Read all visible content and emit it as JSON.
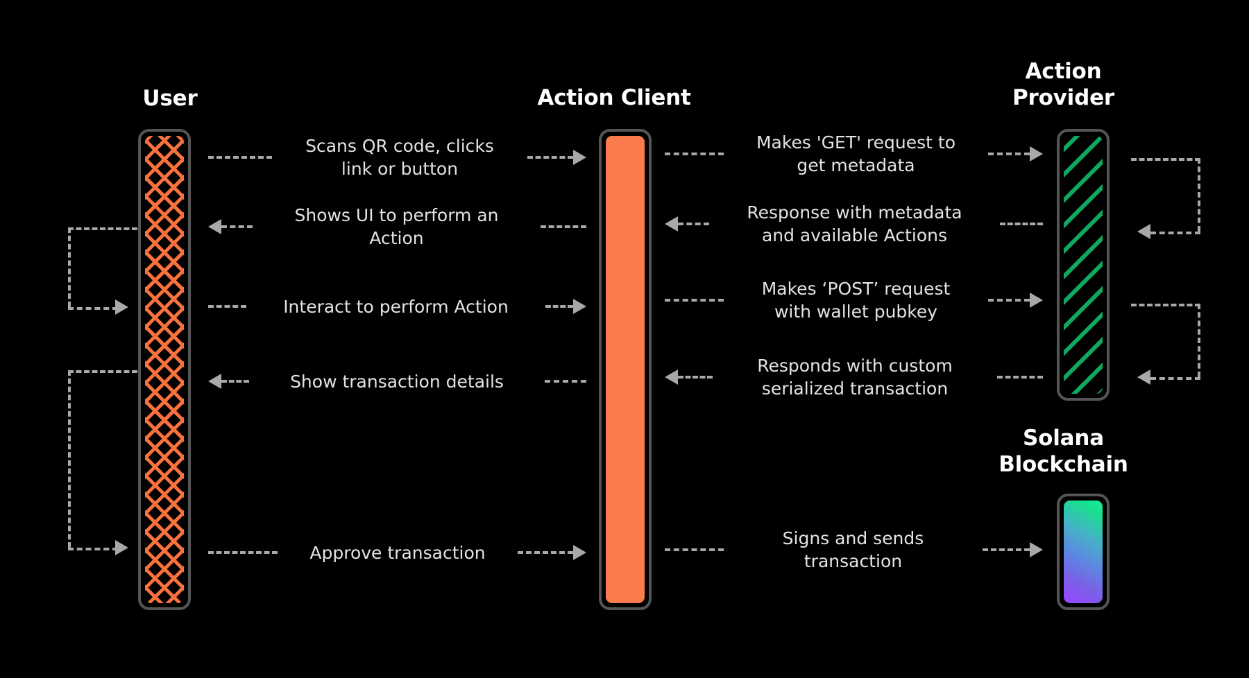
{
  "diagram": {
    "title": "Solana Actions and Blinks sequence diagram",
    "background": "#000000",
    "colors": {
      "user_hatch": "#F9713C",
      "action_client": "#FC7B4D",
      "action_provider": "#0FA85F",
      "solana_gradient_start": "#9945FF",
      "solana_gradient_end": "#14F195",
      "line": "#A8A8A8",
      "lifeline_border": "#555555",
      "text": "#FFFFFF"
    }
  },
  "participants": [
    {
      "id": "user",
      "label": "User",
      "fill": "orange-crosshatch"
    },
    {
      "id": "client",
      "label": "Action Client",
      "fill": "orange-solid"
    },
    {
      "id": "provider",
      "label": "Action\nProvider",
      "fill": "green-stripes"
    },
    {
      "id": "solana",
      "label": "Solana\nBlockchain",
      "fill": "solana-gradient"
    }
  ],
  "messages": {
    "left": [
      {
        "id": "m1",
        "text": "Scans QR code, clicks\nlink or button",
        "direction": "right"
      },
      {
        "id": "m2",
        "text": "Shows UI to perform an\nAction",
        "direction": "left"
      },
      {
        "id": "m3",
        "text": "Interact to perform Action",
        "direction": "right"
      },
      {
        "id": "m4",
        "text": "Show transaction details",
        "direction": "left"
      },
      {
        "id": "m5",
        "text": "Approve transaction",
        "direction": "right"
      }
    ],
    "right": [
      {
        "id": "m6",
        "text": "Makes 'GET' request to\nget metadata",
        "direction": "right"
      },
      {
        "id": "m7",
        "text": "Response with metadata\nand available Actions",
        "direction": "left"
      },
      {
        "id": "m8",
        "text": "Makes ‘POST’ request\nwith wallet pubkey",
        "direction": "right"
      },
      {
        "id": "m9",
        "text": "Responds with custom\nserialized transaction",
        "direction": "left"
      },
      {
        "id": "m10",
        "text": "Signs and sends\ntransaction",
        "direction": "right"
      }
    ]
  },
  "self_loops": [
    {
      "id": "loop-user-1",
      "side": "left",
      "participant": "user"
    },
    {
      "id": "loop-user-2",
      "side": "left",
      "participant": "user"
    },
    {
      "id": "loop-provider-1",
      "side": "right",
      "participant": "provider"
    },
    {
      "id": "loop-provider-2",
      "side": "right",
      "participant": "provider"
    }
  ]
}
